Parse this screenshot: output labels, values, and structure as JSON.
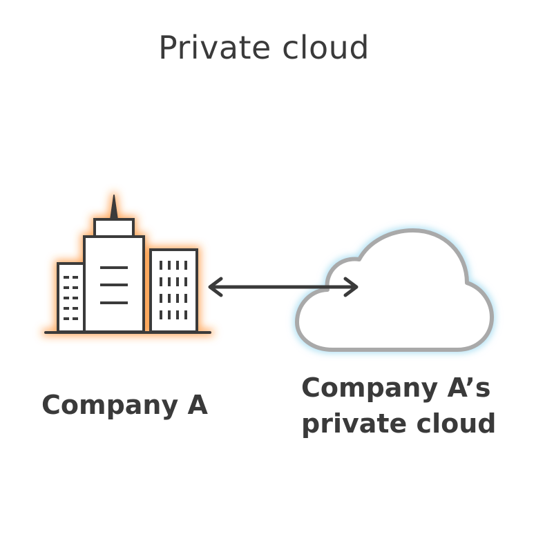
{
  "diagram": {
    "title": "Private cloud",
    "nodes": {
      "company": {
        "label": "Company A",
        "icon": "office-buildings-icon",
        "glow_color": "#ff8c2a"
      },
      "cloud": {
        "label_line1": "Company A’s",
        "label_line2": "private cloud",
        "icon": "cloud-icon",
        "glow_color": "#8ed3ee"
      }
    },
    "connection": {
      "type": "bidirectional-arrow",
      "color": "#3a3a3a"
    }
  }
}
